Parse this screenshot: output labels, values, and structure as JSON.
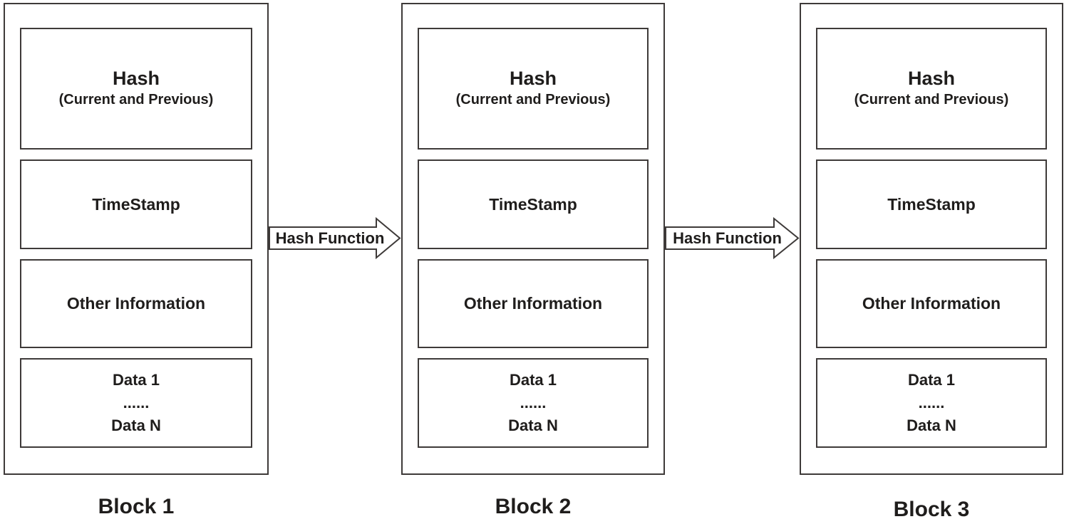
{
  "diagram": {
    "colors": {
      "border": "#3e3a39",
      "text": "#1f1d1c",
      "background": "#ffffff"
    },
    "blocks": [
      {
        "label": "Block 1",
        "hash_title": "Hash",
        "hash_subtitle": "(Current and Previous)",
        "timestamp": "TimeStamp",
        "other_information": "Other Information",
        "data_first": "Data 1",
        "data_ellipsis": "......",
        "data_last": "Data N"
      },
      {
        "label": "Block 2",
        "hash_title": "Hash",
        "hash_subtitle": "(Current and Previous)",
        "timestamp": "TimeStamp",
        "other_information": "Other Information",
        "data_first": "Data 1",
        "data_ellipsis": "......",
        "data_last": "Data N"
      },
      {
        "label": "Block 3",
        "hash_title": "Hash",
        "hash_subtitle": "(Current and Previous)",
        "timestamp": "TimeStamp",
        "other_information": "Other Information",
        "data_first": "Data 1",
        "data_ellipsis": "......",
        "data_last": "Data N"
      }
    ],
    "arrows": [
      {
        "label": "Hash Function"
      },
      {
        "label": "Hash Function"
      }
    ]
  }
}
